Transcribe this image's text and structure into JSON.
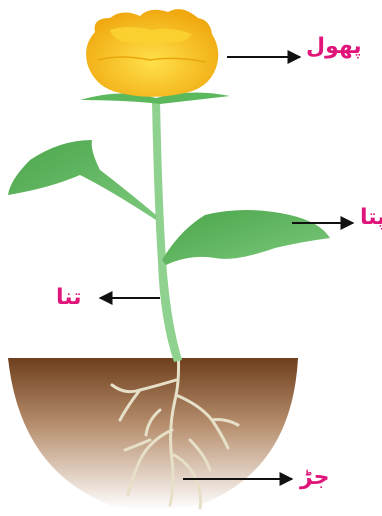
{
  "labels": {
    "flower": "پھول",
    "leaf": "پتا",
    "stem": "تنا",
    "root": "جڑ"
  },
  "colors": {
    "label": "#e0157a",
    "stem": "#8fd18f",
    "leaf": "#5cb85c",
    "petal": "#f7c21c",
    "soil_top": "#7a4a24",
    "root": "#e3ddc3",
    "arrow": "#111111"
  }
}
